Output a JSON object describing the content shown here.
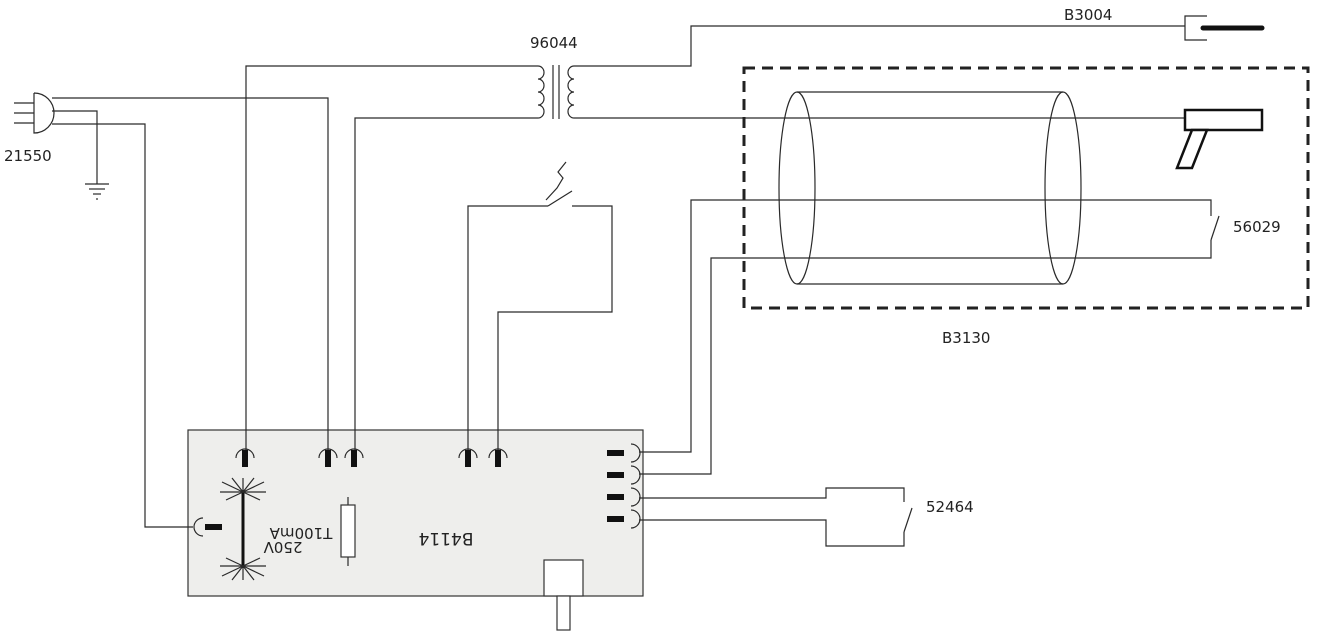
{
  "labels": {
    "transformer": "96044",
    "plug": "21550",
    "probe": "B3004",
    "enclosure": "B3130",
    "door_switch": "56029",
    "aux_switch": "52464",
    "board": "B4114",
    "fuse_voltage": "250V",
    "fuse_current": "T100mA"
  },
  "icons": [
    "plug-icon",
    "ground-icon",
    "transformer-icon",
    "thermal-switch-icon",
    "probe-icon",
    "heat-gun-icon",
    "switch-icon",
    "fuse-icon",
    "varistor-icon",
    "connector-icon",
    "cylinder-icon"
  ],
  "colors": {
    "board_fill": "#eeeeec",
    "line": "#2a2a2a"
  }
}
